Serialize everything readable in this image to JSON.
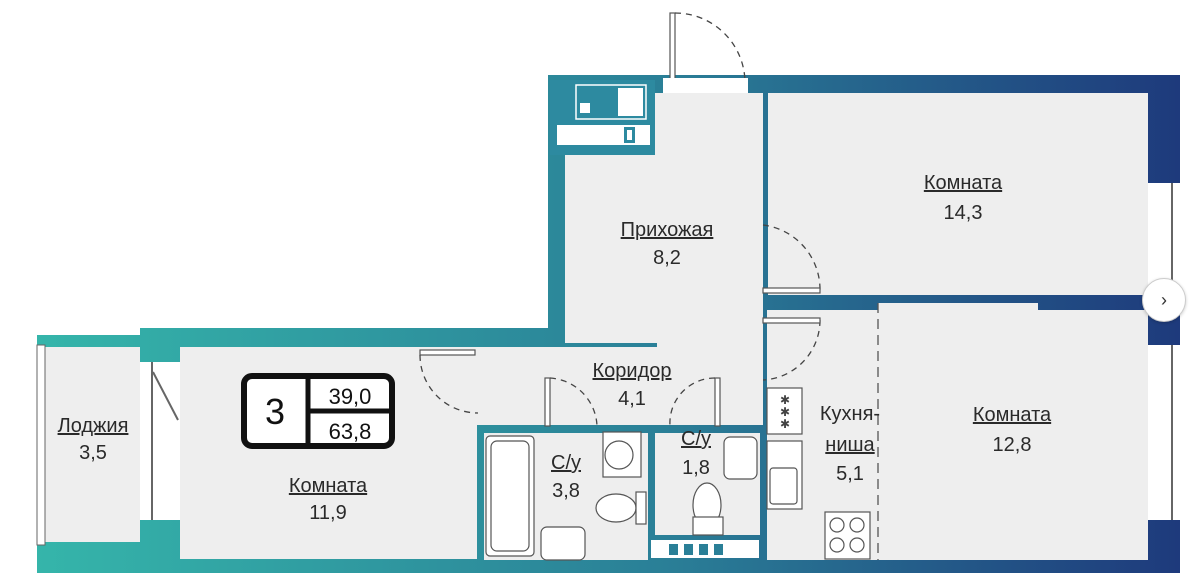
{
  "plan": {
    "rooms_count": "3",
    "living_area": "39,0",
    "total_area": "63,8",
    "rooms": [
      {
        "name": "Лоджия",
        "area": "3,5"
      },
      {
        "name": "Комната",
        "area": "11,9"
      },
      {
        "name": "Прихожая",
        "area": "8,2"
      },
      {
        "name": "Комната",
        "area": "14,3"
      },
      {
        "name": "Коридор",
        "area": "4,1"
      },
      {
        "name": "С/у",
        "area": "3,8"
      },
      {
        "name": "С/у",
        "area": "1,8"
      },
      {
        "name": "Кухня-",
        "name2": "ниша",
        "area": "5,1"
      },
      {
        "name": "Комната",
        "area": "12,8"
      }
    ]
  },
  "controls": {
    "next_icon": "chevron-right-icon",
    "next_label": "›"
  },
  "colors": {
    "wall_start": "#35b5aa",
    "wall_mid": "#2a7f97",
    "wall_end": "#1e3a7c",
    "floor": "#eeeeee"
  }
}
